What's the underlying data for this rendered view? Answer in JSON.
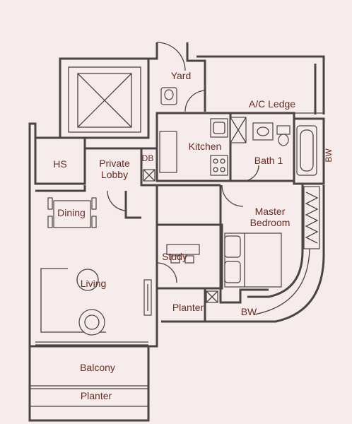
{
  "rooms": {
    "yard": "Yard",
    "ac_ledge": "A/C Ledge",
    "kitchen": "Kitchen",
    "bath1": "Bath 1",
    "bw_bath": "BW",
    "hs": "HS",
    "private_lobby_1": "Private",
    "private_lobby_2": "Lobby",
    "db": "DB",
    "dining": "Dining",
    "master_1": "Master",
    "master_2": "Bedroom",
    "study": "Study",
    "living": "Living",
    "planter_mid": "Planter",
    "bw_bottom": "BW",
    "balcony": "Balcony",
    "planter_bottom": "Planter"
  },
  "colors": {
    "background": "#f6eceb",
    "wall": "#4a4444",
    "label": "#6b2b23"
  },
  "icons": [
    "lift-shaft-icon",
    "toilet-icon",
    "sink-icon",
    "stove-icon",
    "bathtub-icon",
    "bed-icon",
    "armchair-icon",
    "tv-console-icon",
    "dining-set-icon",
    "study-desk-icon",
    "door-swing-icon",
    "ac-unit-icon"
  ]
}
